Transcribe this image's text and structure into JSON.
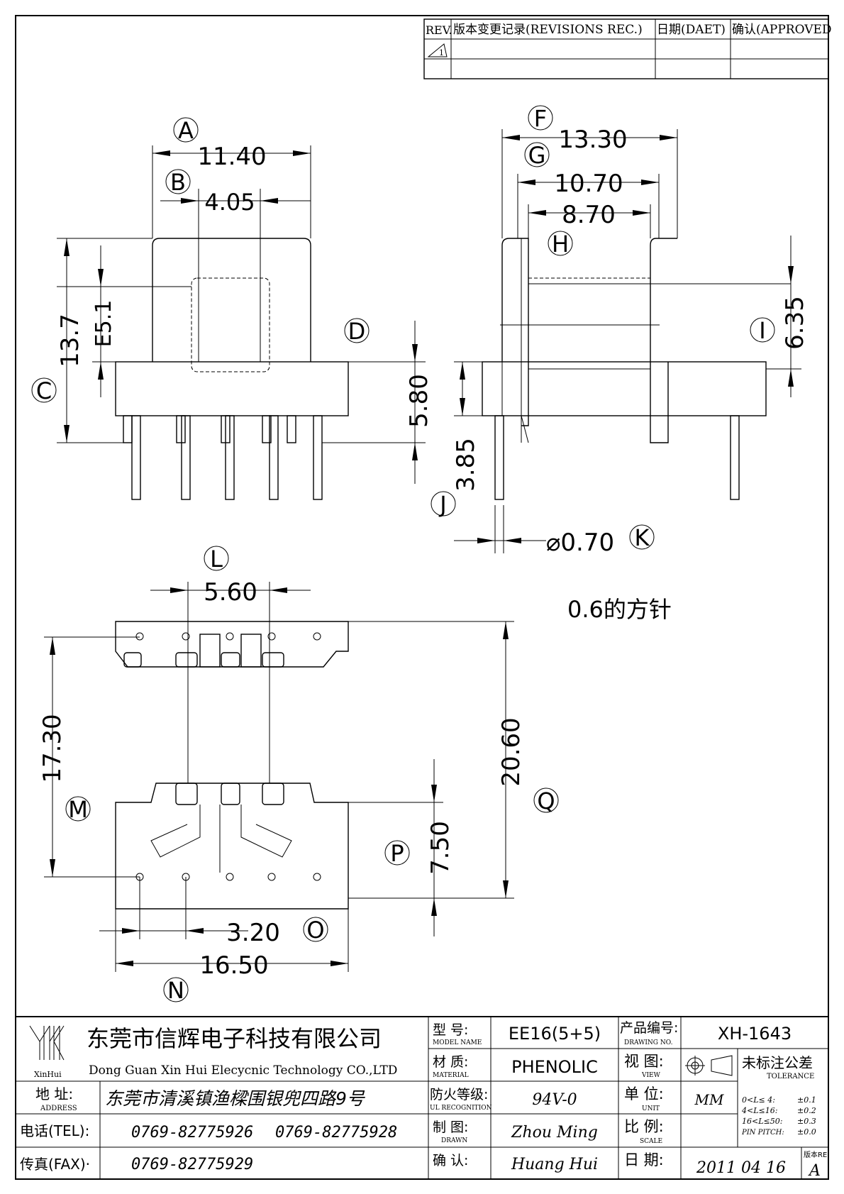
{
  "revisions": {
    "col_rev": "REV.",
    "col_record": "版本变更记录(REVISIONS REC.)",
    "col_date": "日期(DAET)",
    "col_approved": "确认(APPROVED",
    "row1_rev": "1"
  },
  "front_view": {
    "letter_a": "A",
    "dim_a": "11.40",
    "letter_b": "B",
    "dim_b": "4.05",
    "letter_c": "C",
    "dim_c": "13.7",
    "dim_e": "E5.1",
    "letter_d": "D",
    "dim_d": "5.80"
  },
  "side_view": {
    "letter_f": "F",
    "dim_f": "13.30",
    "letter_g": "G",
    "dim_g": "10.70",
    "dim_h": "8.70",
    "letter_h": "H",
    "dim_i": "6.35",
    "letter_i": "I",
    "dim_j": "3.85",
    "letter_j": "J",
    "dim_k": "⌀0.70",
    "letter_k": "K"
  },
  "note": "0.6的方针",
  "bottom_view": {
    "letter_l": "L",
    "dim_l": "5.60",
    "dim_m": "17.30",
    "letter_m": "M",
    "dim_q": "20.60",
    "letter_q": "Q",
    "dim_p": "7.50",
    "letter_p": "P",
    "dim_o": "3.20",
    "letter_o": "O",
    "dim_n": "16.50",
    "letter_n": "N"
  },
  "title_block": {
    "company_cn": "东莞市信辉电子科技有限公司",
    "company_en": "Dong Guan Xin Hui Elecycnic Technology CO.,LTD",
    "logo_text": "XinHui",
    "address_label": "地  址:",
    "address_label_en": "ADDRESS",
    "address_value": "东莞市清溪镇渔樑围银兜四路9号",
    "tel_label": "电话(TEL):",
    "tel_value1": "0769-82775926",
    "tel_value2": "0769-82775928",
    "fax_label": "传真(FAX)·",
    "fax_value": "0769-82775929",
    "model_label": "型  号:",
    "model_label_en": "MODEL NAME",
    "model_value": "EE16(5+5)",
    "material_label": "材  质:",
    "material_label_en": "MATERIAL",
    "material_value": "PHENOLIC",
    "fire_label": "防火等级:",
    "fire_label_en": "UL RECOGNITION",
    "fire_value": "94V-0",
    "drawn_label": "制  图:",
    "drawn_label_en": "DRAWN",
    "drawn_value": "Zhou Ming",
    "confirm_label": "确  认:",
    "confirm_value": "Huang Hui",
    "drawing_no_label": "产品编号:",
    "drawing_no_label_en": "DRAWING NO.",
    "drawing_no_value": "XH-1643",
    "view_label": "视  图:",
    "view_label_en": "VIEW",
    "unit_label": "单  位:",
    "unit_label_en": "UNIT",
    "unit_value": "MM",
    "scale_label": "比  例:",
    "scale_label_en": "SCALE",
    "date_label": "日  期:",
    "date_value": "2011 04 16",
    "version_label": "版本RE",
    "version_value": "A",
    "tolerance_label": "未标注公差",
    "tolerance_label_en": "TOLERANCE",
    "tol1_range": "0<L≤ 4:",
    "tol1_value": "±0.1",
    "tol2_range": "4<L≤16:",
    "tol2_value": "±0.2",
    "tol3_range": "16<L≤50:",
    "tol3_value": "±0.3",
    "tol4_range": "PIN PITCH:",
    "tol4_value": "±0.0"
  }
}
